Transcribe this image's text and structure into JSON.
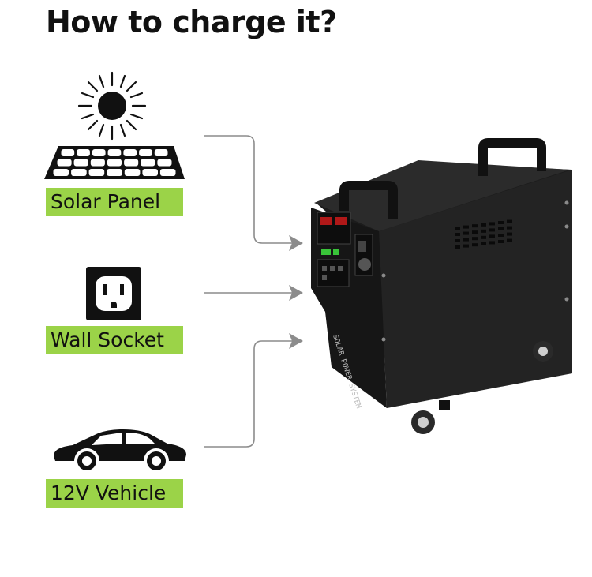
{
  "title": "How to charge it?",
  "accent_color": "#9bd348",
  "sources": [
    {
      "label": "Solar Panel",
      "icons": [
        "sun-icon",
        "solar-panel-icon"
      ]
    },
    {
      "label": "Wall Socket",
      "icons": [
        "wall-socket-icon"
      ]
    },
    {
      "label": "12V Vehicle",
      "icons": [
        "car-icon"
      ]
    }
  ],
  "product": {
    "name": "portable-solar-power-station",
    "side_text": "SOLAR POWER SYSTEM"
  }
}
